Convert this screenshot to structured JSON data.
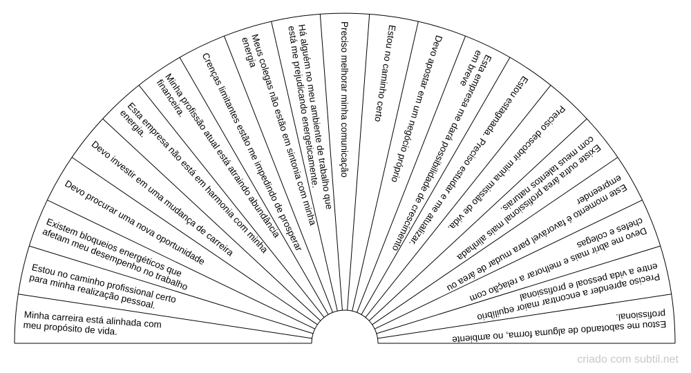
{
  "chart_data": {
    "type": "pendulum-chart",
    "sectors": [
      [
        "Minha carreira está alinhada com",
        "meu propósito de vida."
      ],
      [
        "Estou no caminho profissional certo",
        "para minha realização pessoal."
      ],
      [
        "Existem bloqueios energéticos que",
        "afetam meu desempenho no trabalho"
      ],
      [
        "Devo procurar uma nova oportunidade"
      ],
      [
        "Devo investir em uma mudança de carreira"
      ],
      [
        "Esta empresa não está em harmonia com minha",
        "energia."
      ],
      [
        "Minha profissão atual está atraindo abundância",
        "financeira."
      ],
      [
        "Crenças limitantes estão me impedindo de prosperar"
      ],
      [
        "Meus colegas não estão em sintonia com minha",
        "energia"
      ],
      [
        "Há alguém no meu ambiente de trabalho que",
        "está me prejudicando energeticamente."
      ],
      [
        "Preciso melhorar minha comunicação"
      ],
      [
        "Estou no caminho certo"
      ],
      [
        "Devo apostar em um negócio próprio"
      ],
      [
        "Esta empresa me dará possibilidade de crescimento",
        "em breve"
      ],
      [
        "Estou estagnada. Preciso estudar e me atualizar."
      ],
      [
        "Preciso descobrir minha missão de vida."
      ],
      [
        "Existe outra área profissional mais alinhada",
        "com meus talentos naturais."
      ],
      [
        "Este momento é favorável para mudar de área ou",
        "empreender"
      ],
      [
        "Devo me abrir mais e melhorar a relação com",
        "chefes e colegas"
      ],
      [
        "Preciso aprender a encontrar maior equilíbrio",
        "entre a vida pessoal e profissional"
      ],
      [
        "Estou me sabotando de alguma forma, no ambiente",
        "profissional."
      ]
    ]
  },
  "watermark": "criado com subtil.net"
}
